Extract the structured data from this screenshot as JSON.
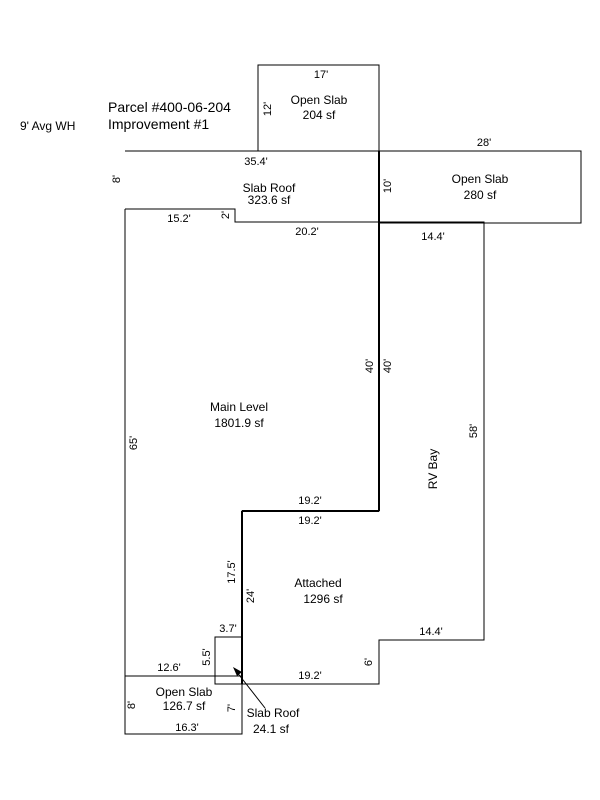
{
  "header": {
    "parcel": "Parcel #400-06-204",
    "improvement": "Improvement #1",
    "wall_height": "9' Avg WH"
  },
  "areas": {
    "open_slab_top": {
      "name": "Open Slab",
      "size": "204 sf"
    },
    "slab_roof_top": {
      "name": "Slab Roof",
      "size": "323.6 sf"
    },
    "open_slab_right": {
      "name": "Open Slab",
      "size": "280 sf"
    },
    "main_level": {
      "name": "Main Level",
      "size": "1801.9 sf"
    },
    "rv_bay": {
      "name": "RV Bay"
    },
    "attached": {
      "name": "Attached",
      "size": "1296 sf"
    },
    "open_slab_bottom": {
      "name": "Open Slab",
      "size": "126.7 sf"
    },
    "slab_roof_bottom": {
      "name": "Slab Roof",
      "size": "24.1 sf"
    }
  },
  "dimensions": {
    "d17": "17'",
    "d12": "12'",
    "d28": "28'",
    "d35_4": "35.4'",
    "d8_top": "8'",
    "d10": "10'",
    "d15_2": "15.2'",
    "d2": "2'",
    "d20_2": "20.2'",
    "d14_4_top": "14.4'",
    "d40_left": "40'",
    "d40_right": "40'",
    "d65": "65'",
    "d58": "58'",
    "d19_2_a": "19.2'",
    "d19_2_b": "19.2'",
    "d17_5": "17.5'",
    "d24": "24'",
    "d3_7": "3.7'",
    "d14_4_bottom": "14.4'",
    "d12_6": "12.6'",
    "d5_5": "5.5'",
    "d6": "6'",
    "d19_2_c": "19.2'",
    "d8_bottom": "8'",
    "d7": "7'",
    "d16_3": "16.3'"
  }
}
